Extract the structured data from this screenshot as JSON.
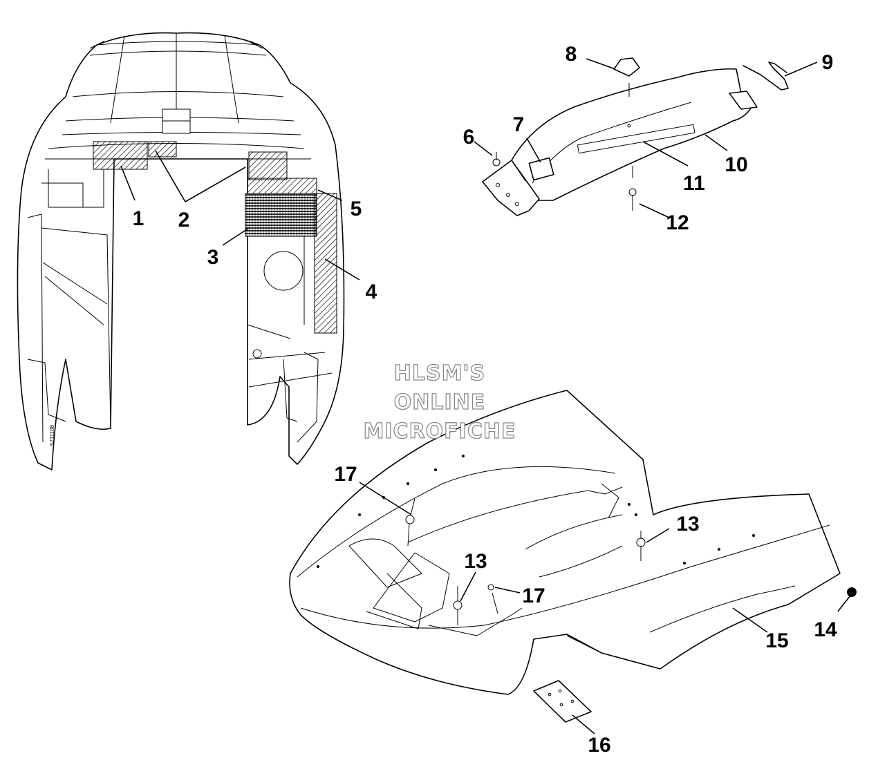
{
  "callouts": {
    "c1": "1",
    "c2": "2",
    "c3": "3",
    "c4": "4",
    "c5": "5",
    "c6": "6",
    "c7": "7",
    "c8": "8",
    "c9": "9",
    "c10": "10",
    "c11": "11",
    "c12": "12",
    "c13a": "13",
    "c13b": "13",
    "c14": "14",
    "c15": "15",
    "c16": "16",
    "c17a": "17",
    "c17b": "17"
  },
  "watermark": {
    "line1": "HLSM'S",
    "line2": "ONLINE",
    "line3": "MICROFICHE"
  },
  "side_marking": "5211108"
}
